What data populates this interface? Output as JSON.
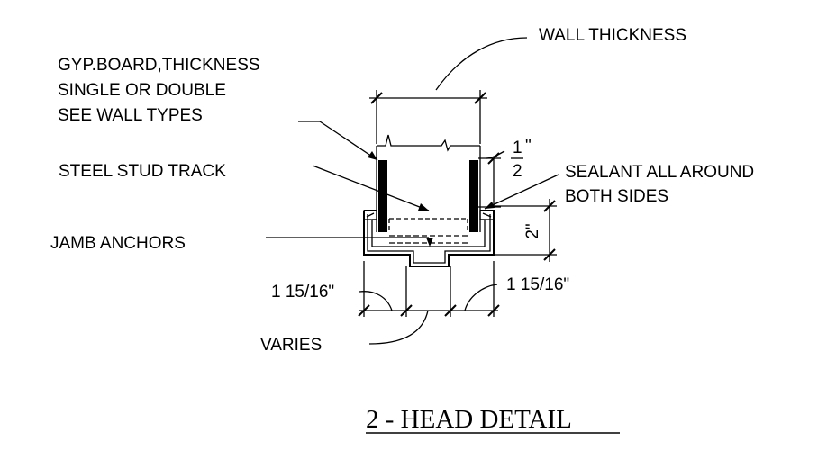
{
  "labels": {
    "wall_thickness": "WALL THICKNESS",
    "gyp_line1": "GYP.BOARD,THICKNESS",
    "gyp_line2": "SINGLE OR DOUBLE",
    "gyp_line3": "SEE WALL TYPES",
    "steel_stud_track": "STEEL STUD TRACK",
    "sealant_line1": "SEALANT ALL AROUND",
    "sealant_line2": "BOTH SIDES",
    "jamb_anchors": "JAMB ANCHORS",
    "dim_left": "1 15/16\"",
    "dim_right": "1 15/16\"",
    "varies": "VARIES",
    "half_num": "1",
    "half_inch": "\"",
    "half_den": "2",
    "two_inch": "2\""
  },
  "title": "2 - HEAD DETAIL"
}
